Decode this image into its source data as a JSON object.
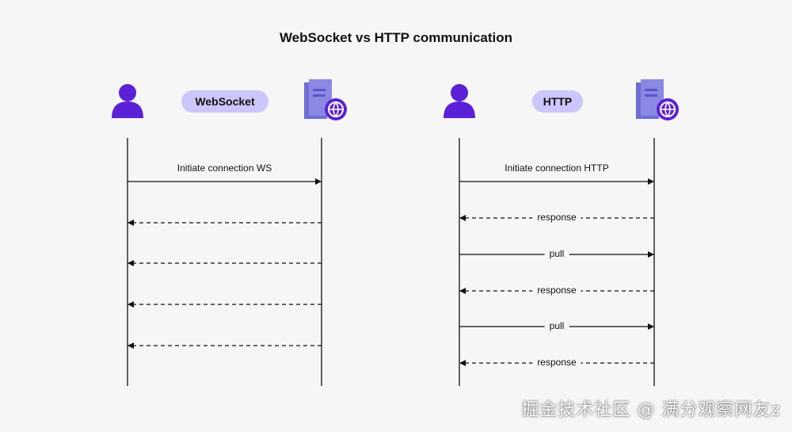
{
  "title": "WebSocket vs HTTP communication",
  "colors": {
    "accent": "#5b21d6",
    "pill_bg": "#cbc6fb",
    "server": "#5a57c8",
    "line": "#111111"
  },
  "left": {
    "protocol_label": "WebSocket",
    "client_icon": "user-icon",
    "server_icon": "server-globe-icon",
    "messages": [
      {
        "label": "Initiate connection WS",
        "direction": "client-to-server",
        "style": "solid"
      },
      {
        "label": "",
        "direction": "server-to-client",
        "style": "dashed"
      },
      {
        "label": "",
        "direction": "server-to-client",
        "style": "dashed"
      },
      {
        "label": "",
        "direction": "server-to-client",
        "style": "dashed"
      },
      {
        "label": "",
        "direction": "server-to-client",
        "style": "dashed"
      }
    ]
  },
  "right": {
    "protocol_label": "HTTP",
    "client_icon": "user-icon",
    "server_icon": "server-globe-icon",
    "messages": [
      {
        "label": "Initiate connection HTTP",
        "direction": "client-to-server",
        "style": "solid"
      },
      {
        "label": "response",
        "direction": "server-to-client",
        "style": "dashed"
      },
      {
        "label": "pull",
        "direction": "client-to-server",
        "style": "solid"
      },
      {
        "label": "response",
        "direction": "server-to-client",
        "style": "dashed"
      },
      {
        "label": "pull",
        "direction": "client-to-server",
        "style": "solid"
      },
      {
        "label": "response",
        "direction": "server-to-client",
        "style": "dashed"
      }
    ]
  },
  "watermark": "掘金技术社区 @ 满分观察网友z"
}
